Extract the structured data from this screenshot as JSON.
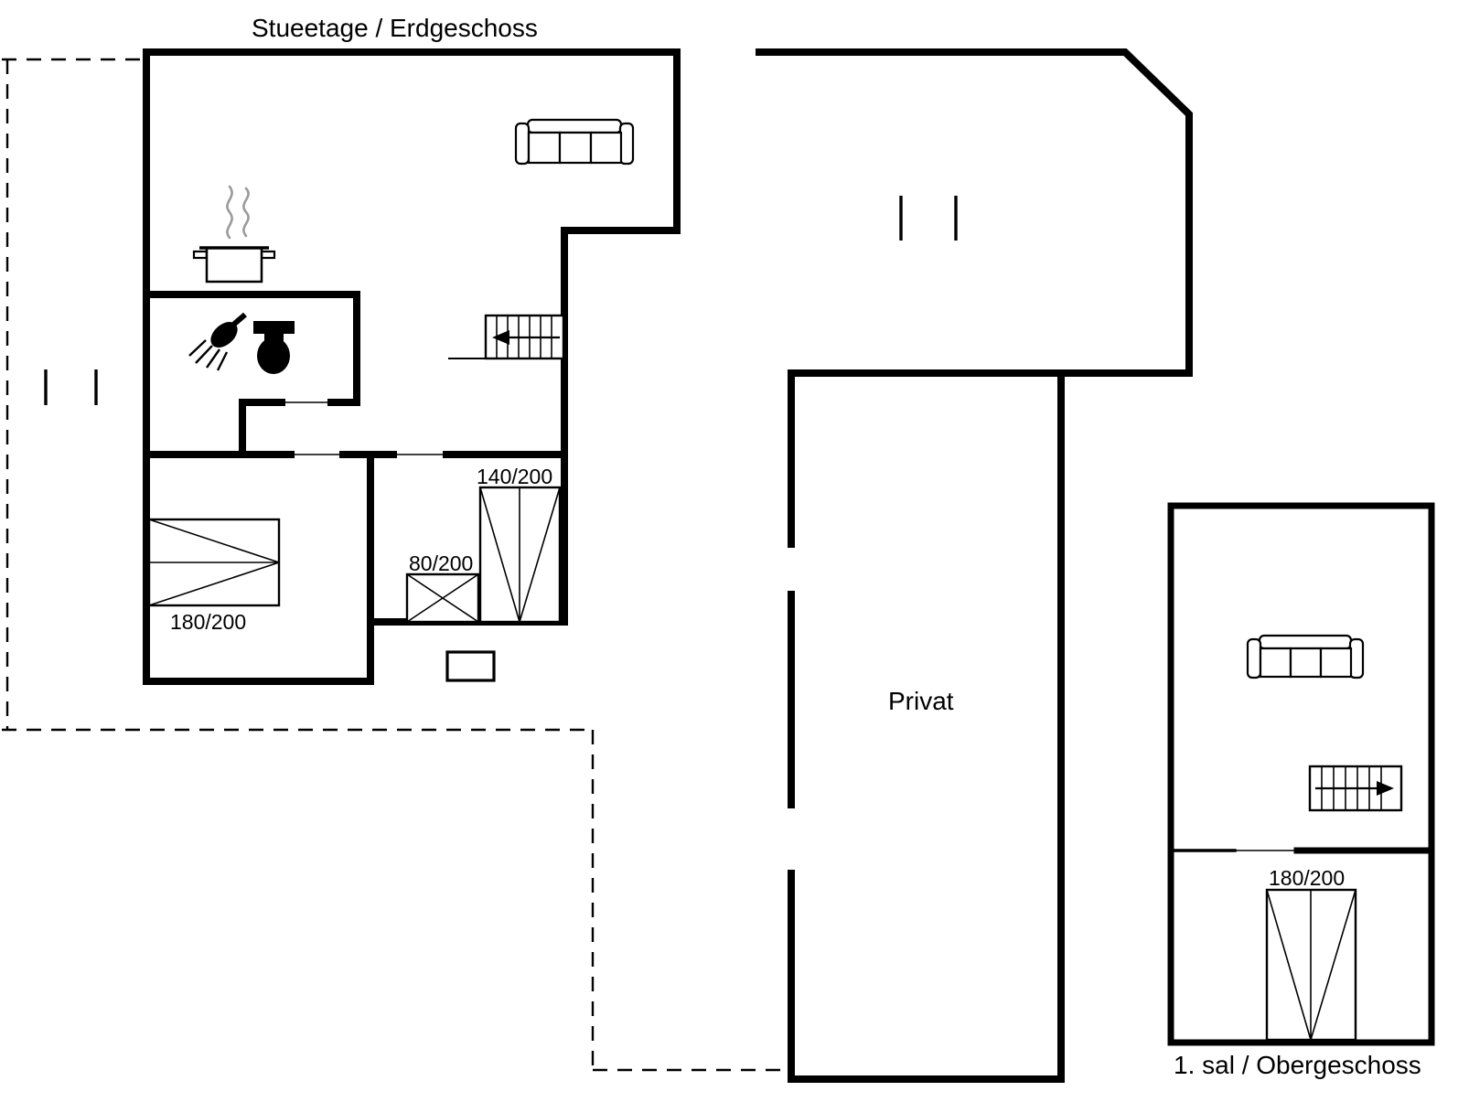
{
  "plan": {
    "ground": {
      "title": "Stueetage / Erdgeschoss",
      "private_label": "Privat",
      "beds": {
        "double": "140/200",
        "single": "80/200",
        "master": "180/200"
      },
      "icons": [
        "sofa-icon",
        "cooking-pot-icon",
        "steam-icon",
        "shower-icon",
        "toilet-icon",
        "stairs-icon",
        "chimney"
      ]
    },
    "first": {
      "title": "1. sal / Obergeschoss",
      "beds": {
        "double": "180/200"
      },
      "icons": [
        "sofa-icon",
        "stairs-icon"
      ]
    },
    "colors": {
      "wall": "#000000",
      "background": "#ffffff",
      "steam": "#9a9a9a"
    }
  }
}
